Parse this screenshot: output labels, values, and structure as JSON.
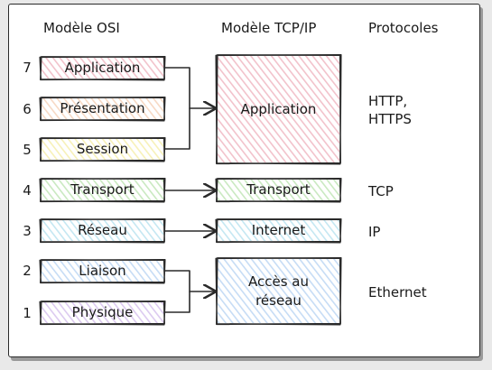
{
  "headers": {
    "osi": "Modèle OSI",
    "tcpip": "Modèle TCP/IP",
    "protocols": "Protocoles"
  },
  "osi_layers": [
    {
      "number": "7",
      "label": "Application",
      "color": "#f2c2cb"
    },
    {
      "number": "6",
      "label": "Présentation",
      "color": "#f7d9c4"
    },
    {
      "number": "5",
      "label": "Session",
      "color": "#f7f1b8"
    },
    {
      "number": "4",
      "label": "Transport",
      "color": "#c9e9c0"
    },
    {
      "number": "3",
      "label": "Réseau",
      "color": "#c4e7f2"
    },
    {
      "number": "2",
      "label": "Liaison",
      "color": "#c6dcf5"
    },
    {
      "number": "1",
      "label": "Physique",
      "color": "#dccaf0"
    }
  ],
  "tcpip_layers": [
    {
      "label": "Application",
      "color": "#f2c2cb"
    },
    {
      "label": "Transport",
      "color": "#c9e9c0"
    },
    {
      "label": "Internet",
      "color": "#c4e7f2"
    },
    {
      "label": "Accès au\nréseau",
      "color": "#c6dcf5"
    }
  ],
  "protocols": [
    {
      "label": "HTTP,\nHTTPS"
    },
    {
      "label": "TCP"
    },
    {
      "label": "IP"
    },
    {
      "label": "Ethernet"
    }
  ],
  "colors": {
    "stroke": "#2a2a2a",
    "card": "#ffffff",
    "background": "#e9e9e9"
  }
}
